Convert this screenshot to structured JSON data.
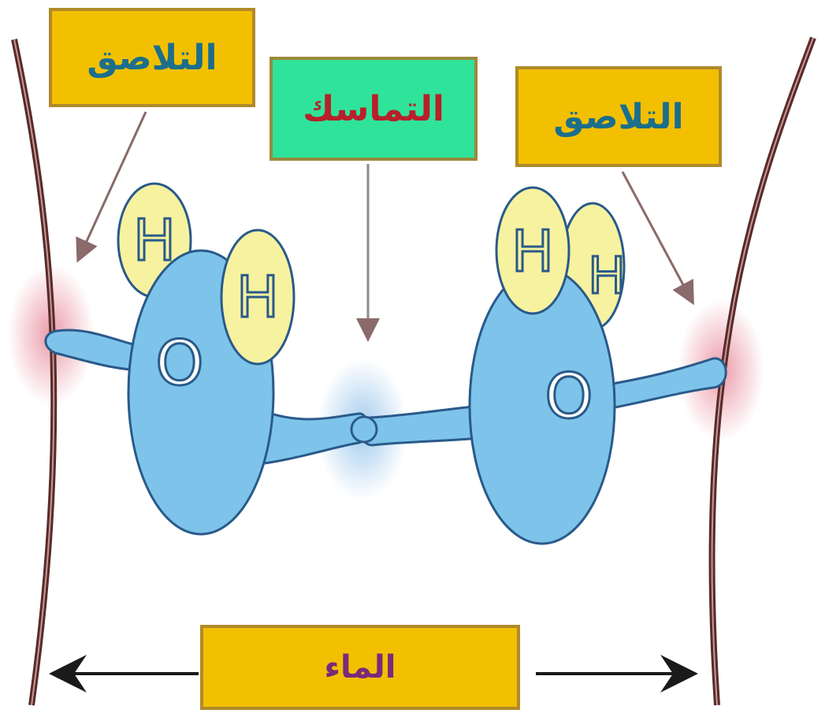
{
  "labels": {
    "adhesion_left": "التلاصق",
    "cohesion": "التماسك",
    "adhesion_right": "التلاصق",
    "water": "الماء"
  },
  "molecules": [
    {
      "atoms": [
        "H",
        "H",
        "O"
      ]
    },
    {
      "atoms": [
        "H",
        "H",
        "O"
      ]
    }
  ],
  "colors": {
    "label_yellow": "#f2c000",
    "label_green": "#2fe39a",
    "molecule_blue": "#7ec4ea",
    "hydrogen_yellow": "#f7f2a0",
    "wall_brown": "#5a2a2a",
    "adhesion_glow": "#e88a9a",
    "cohesion_glow": "#9cc8ec"
  }
}
